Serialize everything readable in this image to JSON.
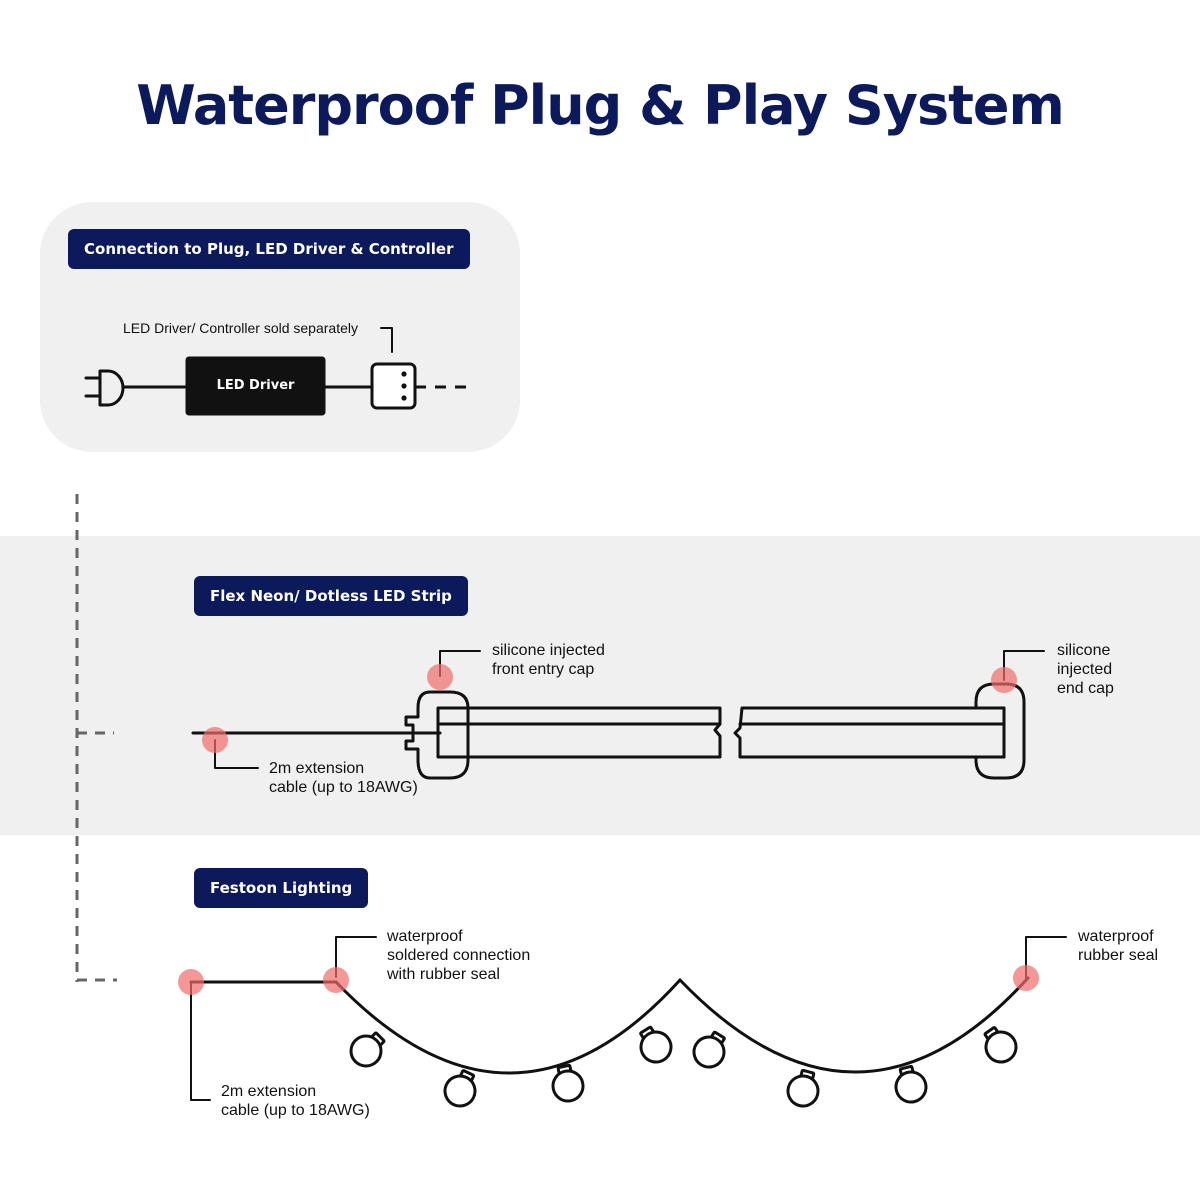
{
  "title": "Waterproof Plug & Play System",
  "colors": {
    "navy": "#0c1a5c",
    "panel_gray": "#f0f0f0",
    "marker_red": "#ee6b6b",
    "line": "#111111",
    "connector_dash": "#666666"
  },
  "connection_section": {
    "tag": "Connection to Plug, LED Driver & Controller",
    "note": "LED Driver/ Controller sold separately",
    "driver_label": "LED Driver",
    "icons": [
      "plug-icon",
      "led-driver-box",
      "controller-icon"
    ]
  },
  "flex_neon_section": {
    "tag": "Flex Neon/ Dotless LED Strip",
    "front_cap_label": "silicone injected\nfront entry cap",
    "end_cap_label": "silicone\ninjected\nend cap",
    "cable_label": "2m extension\ncable (up to 18AWG)"
  },
  "festoon_section": {
    "tag": "Festoon Lighting",
    "connection_label": "waterproof\nsoldered connection\nwith rubber seal",
    "end_label": "waterproof\nrubber seal",
    "cable_label": "2m extension\ncable (up to 18AWG)"
  }
}
